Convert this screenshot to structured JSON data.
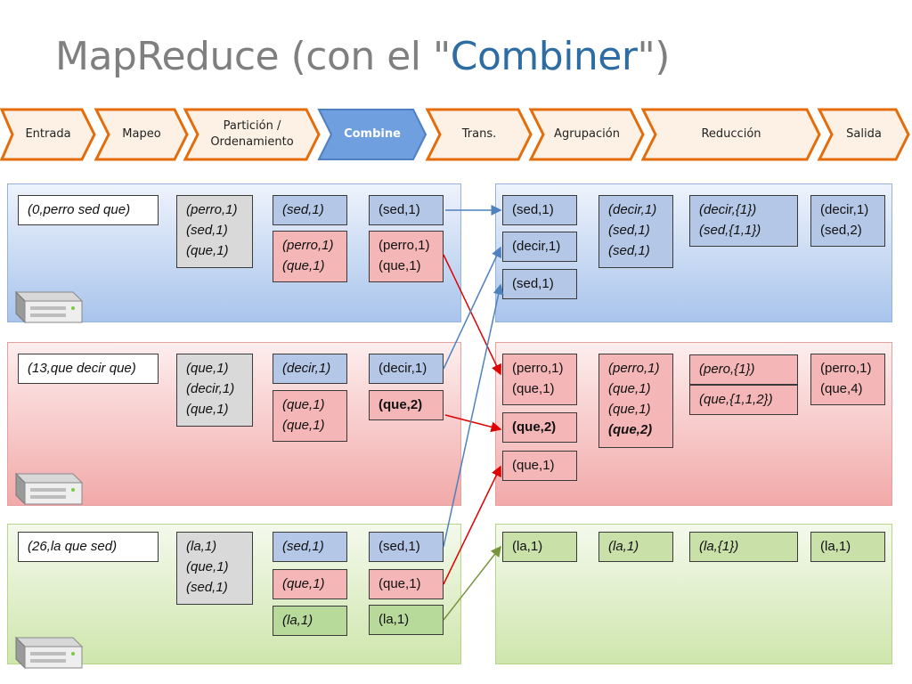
{
  "title": {
    "prefix": "MapReduce (con el \"",
    "highlight": "Combiner",
    "suffix": "\")"
  },
  "stages": [
    {
      "label": "Entrada",
      "active": false
    },
    {
      "label": "Mapeo",
      "active": false
    },
    {
      "label": "Partición / Ordenamiento",
      "active": false
    },
    {
      "label": "Combine",
      "active": true
    },
    {
      "label": "Trans.",
      "active": false
    },
    {
      "label": "Agrupación",
      "active": false
    },
    {
      "label": "Reducción",
      "active": false
    },
    {
      "label": "Salida",
      "active": false
    }
  ],
  "rows": [
    {
      "input": "(0,perro sed que)",
      "map": [
        "(perro,1)",
        "(sed,1)",
        "(que,1)"
      ],
      "partition_a": [
        "(sed,1)"
      ],
      "partition_b": [
        "(perro,1)",
        "(que,1)"
      ],
      "combine_a": [
        "(sed,1)"
      ],
      "combine_b": [
        "(perro,1)",
        "(que,1)"
      ],
      "trans": [
        [
          "(sed,1)"
        ],
        [
          "(decir,1)"
        ],
        [
          "(sed,1)"
        ]
      ],
      "group": [
        "(decir,1)",
        "(sed,1)",
        "(sed,1)"
      ],
      "reduce": [
        "(decir,{1})",
        "(sed,{1,1})"
      ],
      "output": [
        "(decir,1)",
        "(sed,2)"
      ]
    },
    {
      "input": "(13,que decir que)",
      "map": [
        "(que,1)",
        "(decir,1)",
        "(que,1)"
      ],
      "partition_a": [
        "(decir,1)"
      ],
      "partition_b": [
        "(que,1)",
        "(que,1)"
      ],
      "combine_a": [
        "(decir,1)"
      ],
      "combine_b": [
        "(que,2)"
      ],
      "trans": [
        [
          "(perro,1)",
          "(que,1)"
        ],
        [
          "(que,2)"
        ],
        [
          "(que,1)"
        ]
      ],
      "group": [
        "(perro,1)",
        "(que,1)",
        "(que,1)",
        "(que,2)"
      ],
      "reduce": [
        "(pero,{1})",
        "(que,{1,1,2})"
      ],
      "output": [
        "(perro,1)",
        "(que,4)"
      ]
    },
    {
      "input": "(26,la que sed)",
      "map": [
        "(la,1)",
        "(que,1)",
        "(sed,1)"
      ],
      "partition_a": [
        "(sed,1)"
      ],
      "partition_b": [
        "(que,1)"
      ],
      "partition_c": [
        "(la,1)"
      ],
      "combine_a": [
        "(sed,1)"
      ],
      "combine_b": [
        "(que,1)"
      ],
      "combine_c": [
        "(la,1)"
      ],
      "trans": [
        [
          "(la,1)"
        ]
      ],
      "group": [
        "(la,1)"
      ],
      "reduce": [
        "(la,{1})"
      ],
      "output": [
        "(la,1)"
      ]
    }
  ],
  "colors": {
    "blue_arrow": "#4f81bd",
    "red_arrow": "#e00000",
    "green_arrow": "#77933c",
    "combine_stage": "#6f9fdf",
    "stage_border": "#e46c0a"
  }
}
